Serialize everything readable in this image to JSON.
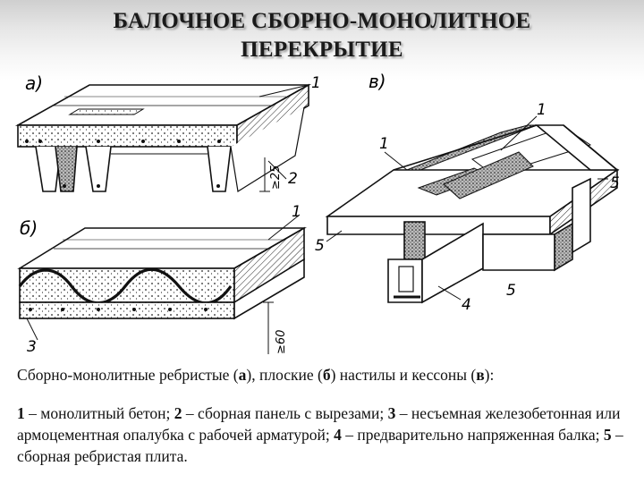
{
  "title": {
    "line1": "БАЛОЧНОЕ СБОРНО-МОНОЛИТНОЕ",
    "line2": "ПЕРЕКРЫТИЕ"
  },
  "figure": {
    "label_a": "а)",
    "label_b": "б)",
    "label_v": "в)",
    "num_1a": "1",
    "num_2a": "2",
    "num_1b": "1",
    "num_3b": "3",
    "num_1v_top": "1",
    "num_1v_left": "1",
    "num_5v_right": "5",
    "num_5v_left": "5",
    "num_4v": "4",
    "num_5v_bottom": "5",
    "dim_a": "≥25",
    "dim_b": "≥60"
  },
  "caption": {
    "prefix": "Сборно-монолитные ребристые (",
    "a": "а",
    "mid1": "), плоские (",
    "b": "б",
    "mid2": ") настилы и кессоны (",
    "v": "в",
    "suffix": "):"
  },
  "legend": {
    "n1": "1",
    "t1": " – монолитный бетон; ",
    "n2": "2",
    "t2": " – сборная панель с вырезами; ",
    "n3": "3",
    "t3": " – несъемная железобетонная или армоцементная опалубка с рабочей арматурой; ",
    "n4": "4",
    "t4": " – предварительно напряженная балка; ",
    "n5": "5",
    "t5": " – сборная ребристая плита."
  }
}
